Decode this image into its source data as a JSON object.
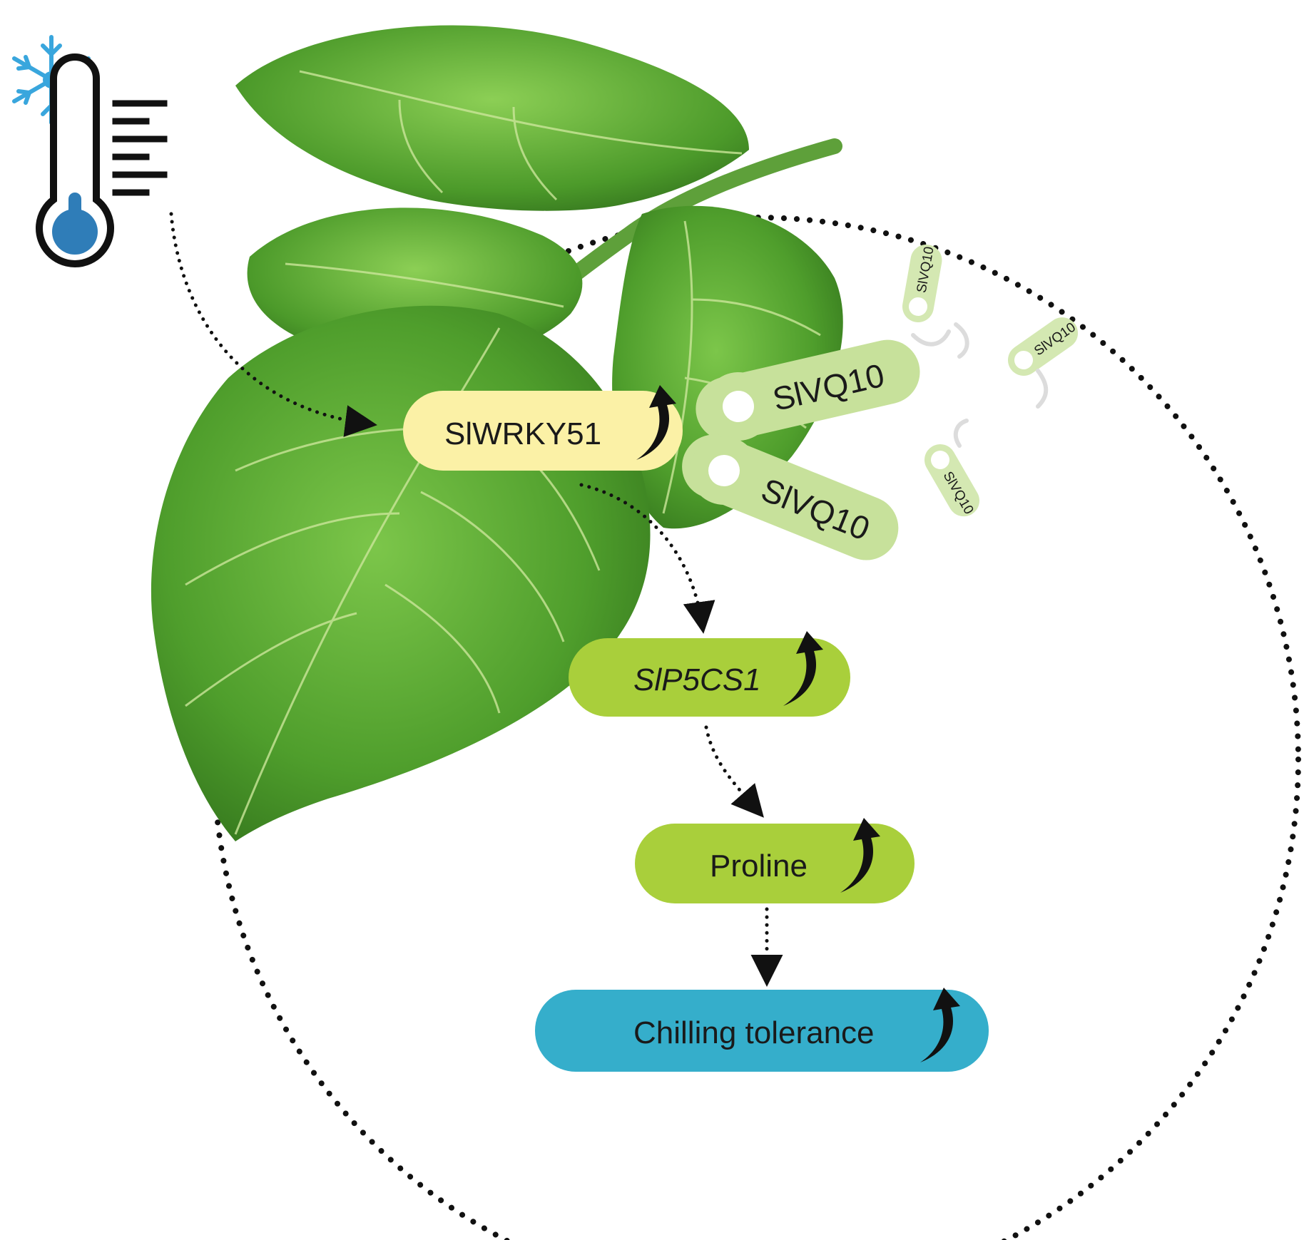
{
  "stress": {
    "icon": "cold-thermometer-icon"
  },
  "nodes": {
    "wrky": "SlWRKY51",
    "vq_large_1": "SlVQ10",
    "vq_large_2": "SlVQ10",
    "vq_small_1": "SlVQ10",
    "vq_small_2": "SlVQ10",
    "vq_small_3": "SlVQ10",
    "p5cs": "SlP5CS1",
    "proline": "Proline",
    "tolerance": "Chilling tolerance"
  },
  "colors": {
    "wrky": "#fbf1a6",
    "vq": "#c7e19b",
    "vq_small": "#d4e8b2",
    "p5cs": "#a9cf3b",
    "proline": "#a9cf3b",
    "tolerance": "#35aecb",
    "thermometer_fill": "#2f7db8",
    "snowflake": "#39a6dd",
    "leaf": "#4c9a2a"
  },
  "icons": [
    "snowflake-icon",
    "thermometer-icon",
    "leaf-image",
    "up-arrow-icon",
    "dotted-arrow"
  ]
}
